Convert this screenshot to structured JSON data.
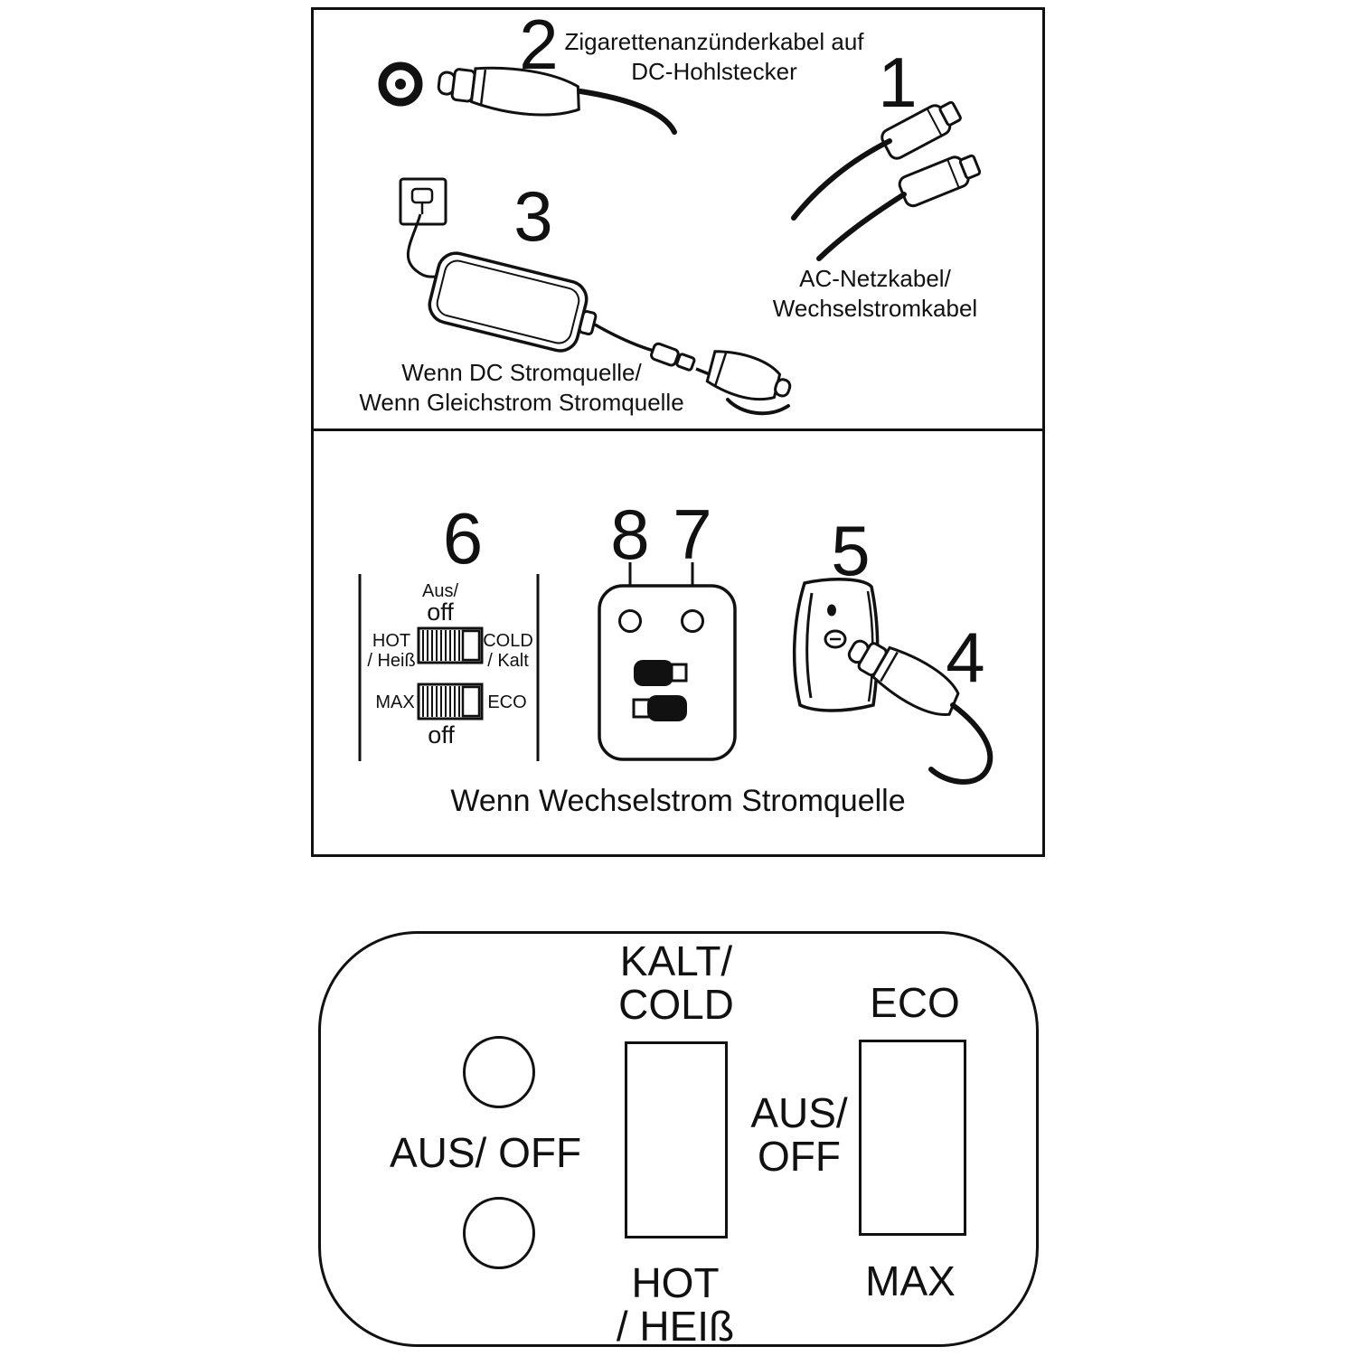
{
  "page": {
    "background": "#ffffff",
    "ink": "#111111"
  },
  "top_section": {
    "dc_cigarette_cable": {
      "number": "2",
      "caption": "Zigarettenanzünderkabel auf\nDC-Hohlstecker"
    },
    "ac_power_cable": {
      "number": "1",
      "caption": "AC-Netzkabel/\nWechselstromkabel"
    },
    "dc_power_adapter": {
      "number": "3",
      "caption": "Wenn DC Stromquelle/\nWenn Gleichstrom Stromquelle"
    }
  },
  "middle_section": {
    "switch_diagram": {
      "number": "6",
      "label_aus": "Aus/",
      "label_off_top": "off",
      "label_hot": "HOT\n/ Heiß",
      "label_cold": "COLD\n/ Kalt",
      "label_max": "MAX",
      "label_eco": "ECO",
      "label_off_bottom": "off"
    },
    "indicator_panel": {
      "number_left": "8",
      "number_right": "7"
    },
    "wall_outlet": {
      "number": "5"
    },
    "ac_plug": {
      "number": "4"
    },
    "caption": "Wenn Wechselstrom Stromquelle"
  },
  "control_panel": {
    "label_kalt_cold": "KALT/\nCOLD",
    "label_eco": "ECO",
    "label_aus_off_left": "AUS/ OFF",
    "label_aus_off_center": "AUS/\nOFF",
    "label_hot_heiss": "HOT\n/ HEIß",
    "label_max": "MAX"
  }
}
